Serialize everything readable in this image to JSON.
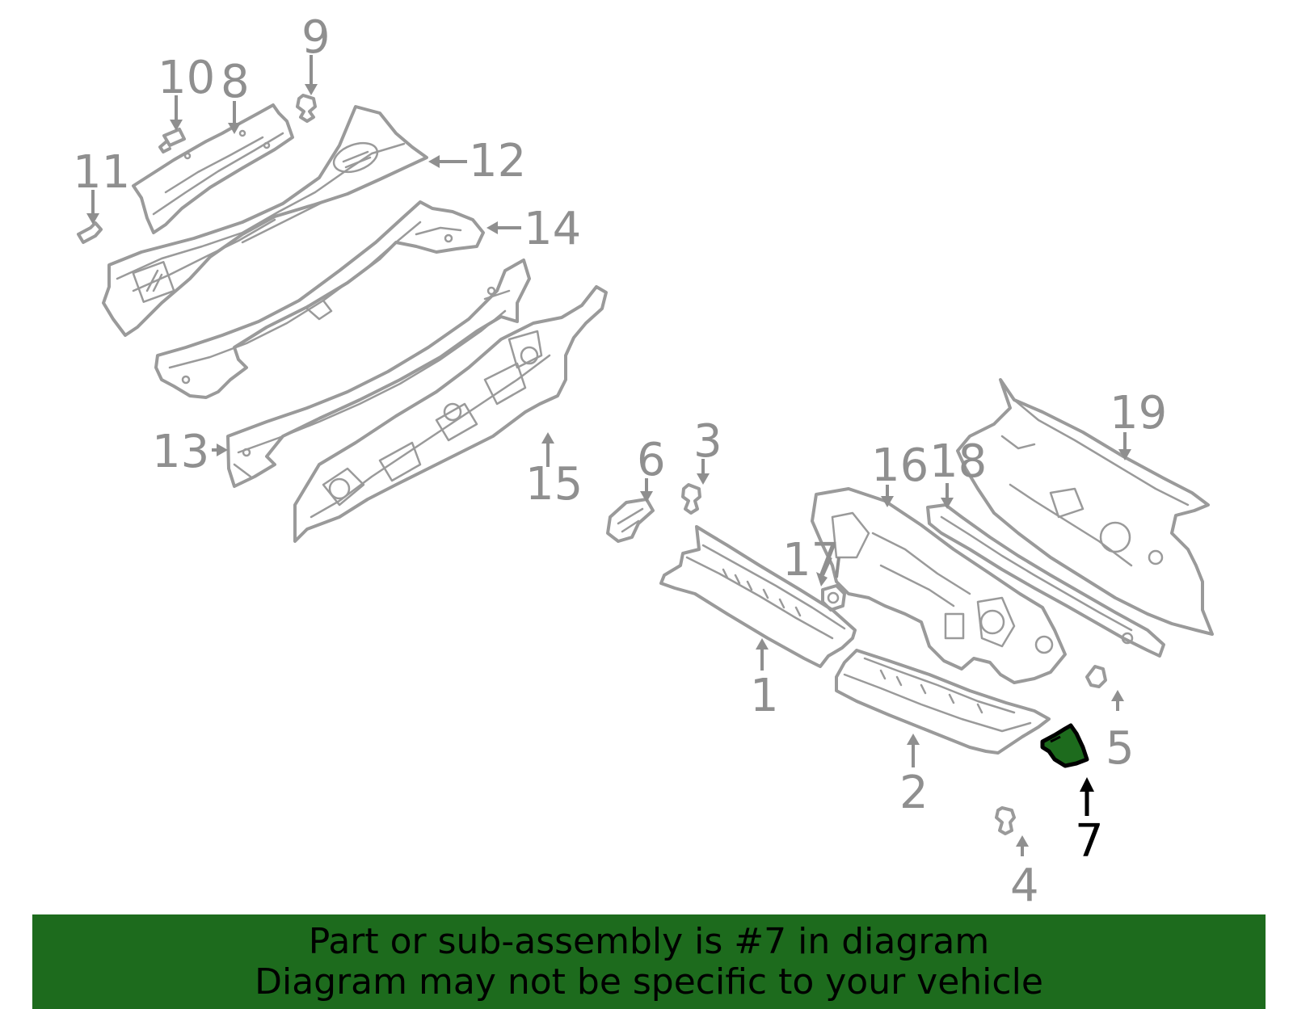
{
  "diagram": {
    "callouts": [
      "1",
      "2",
      "3",
      "4",
      "5",
      "6",
      "7",
      "8",
      "9",
      "10",
      "11",
      "12",
      "13",
      "14",
      "15",
      "16",
      "17",
      "18",
      "19"
    ],
    "highlighted_part": "7",
    "highlight_color": "#1d6b1d",
    "line_color": "#9a9a9a"
  },
  "banner": {
    "line1": "Part or sub-assembly is #7 in diagram",
    "line2": "Diagram may not be specific to your vehicle",
    "background_color": "#1d6b1d"
  }
}
